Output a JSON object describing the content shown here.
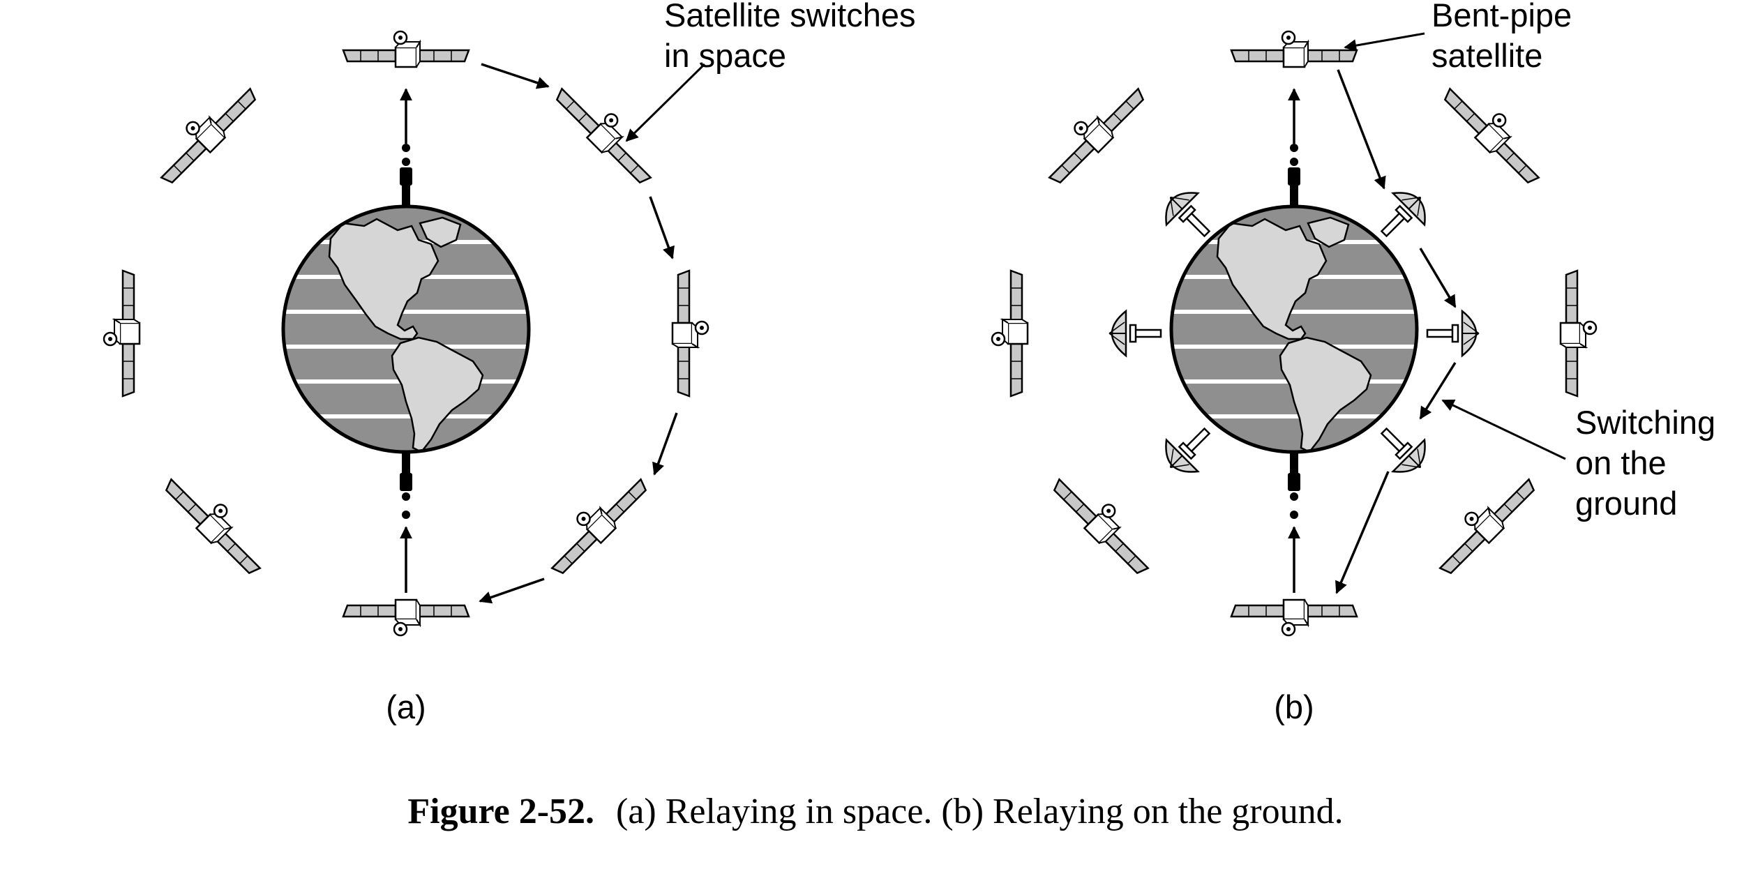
{
  "panel_a": {
    "label": "(a)",
    "callout": [
      "Satellite switches",
      "in space"
    ]
  },
  "panel_b": {
    "label": "(b)",
    "callout_satellite": [
      "Bent-pipe",
      "satellite"
    ],
    "callout_ground": [
      "Switching",
      "on the",
      "ground"
    ]
  },
  "caption": {
    "number": "Figure 2-52.",
    "text": "(a) Relaying in space. (b) Relaying on the ground."
  },
  "colors": {
    "ocean_band_dark": "#8f8f8f",
    "ocean_band_light": "#ffffff",
    "land": "#d6d6d6",
    "satellite_panel": "#c8c8c8",
    "outline": "#000000"
  }
}
